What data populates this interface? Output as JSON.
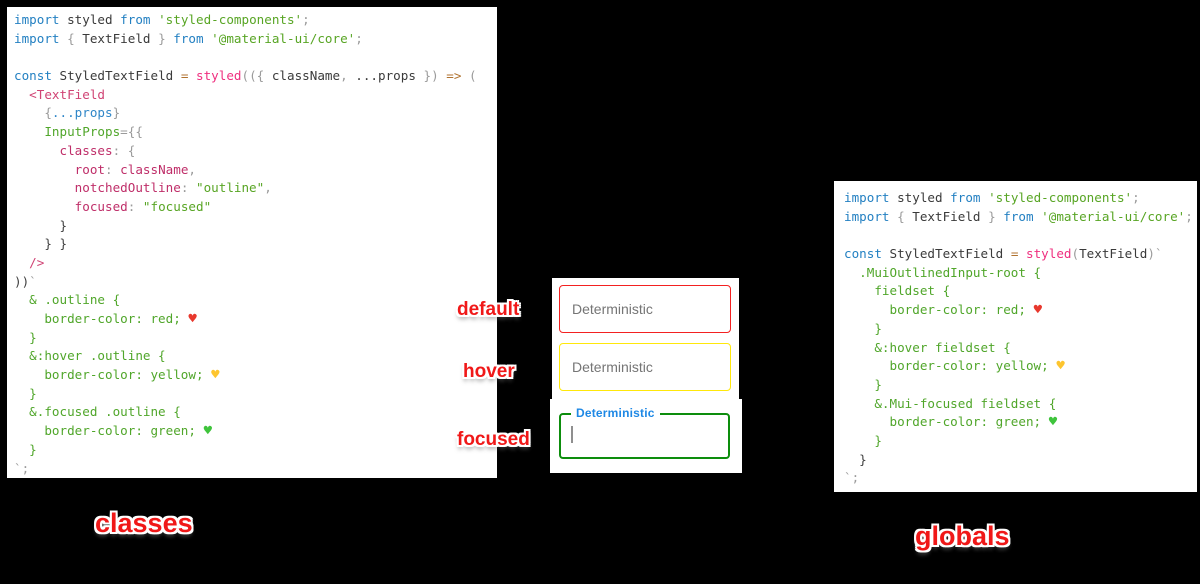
{
  "captions": {
    "left": "classes",
    "right": "globals"
  },
  "state_labels": {
    "default": "default",
    "hover": "hover",
    "focused": "focused"
  },
  "demo": {
    "default_placeholder": "Deterministic",
    "hover_placeholder": "Deterministic",
    "focused_label": "Deterministic",
    "border_colors": {
      "default": "#f32121",
      "hover": "#ffe80a",
      "focused": "#0d8d0d"
    },
    "focused_label_color": "#1e88e5",
    "caret_icon": "text-caret"
  },
  "syntax_colors": {
    "keyword": "#2380c2",
    "string": "#58a524",
    "css": "#50a62a",
    "function": "#ef2f7f",
    "jsx_tag": "#d04374",
    "property": "#bf2e69",
    "operator": "#b0722f",
    "punctuation": "#9b9b9b",
    "identifier": "#3a3a3a",
    "heart_red": "#e8382d",
    "heart_yellow": "#fdc52f",
    "heart_green": "#3fc43c"
  },
  "code_left": {
    "lines": [
      [
        {
          "c": "kw",
          "t": "import"
        },
        {
          "c": "id",
          "t": " styled"
        },
        {
          "c": "kw",
          "t": " from"
        },
        {
          "c": "str",
          "t": " 'styled-components'"
        },
        {
          "c": "pn",
          "t": ";"
        }
      ],
      [
        {
          "c": "kw",
          "t": "import"
        },
        {
          "c": "pn",
          "t": " { "
        },
        {
          "c": "id",
          "t": "TextField"
        },
        {
          "c": "pn",
          "t": " } "
        },
        {
          "c": "kw",
          "t": "from"
        },
        {
          "c": "str",
          "t": " '@material-ui/core'"
        },
        {
          "c": "pn",
          "t": ";"
        }
      ],
      [],
      [
        {
          "c": "kw",
          "t": "const"
        },
        {
          "c": "id",
          "t": " StyledTextField"
        },
        {
          "c": "op",
          "t": " ="
        },
        {
          "c": "fn",
          "t": " styled"
        },
        {
          "c": "pn",
          "t": "(({ "
        },
        {
          "c": "id",
          "t": "className"
        },
        {
          "c": "pn",
          "t": ", "
        },
        {
          "c": "id",
          "t": "...props"
        },
        {
          "c": "pn",
          "t": " })"
        },
        {
          "c": "op",
          "t": " =>"
        },
        {
          "c": "pn",
          "t": " ("
        }
      ],
      [
        {
          "c": "tag",
          "t": "  <TextField"
        }
      ],
      [
        {
          "c": "pn",
          "t": "    {"
        },
        {
          "c": "spr",
          "t": "...props"
        },
        {
          "c": "pn",
          "t": "}"
        }
      ],
      [
        {
          "c": "css",
          "t": "    InputProps"
        },
        {
          "c": "pn",
          "t": "={{"
        }
      ],
      [
        {
          "c": "prop",
          "t": "      classes"
        },
        {
          "c": "pn",
          "t": ": {"
        }
      ],
      [
        {
          "c": "prop",
          "t": "        root"
        },
        {
          "c": "pn",
          "t": ": "
        },
        {
          "c": "prop",
          "t": "className"
        },
        {
          "c": "pn",
          "t": ","
        }
      ],
      [
        {
          "c": "prop",
          "t": "        notchedOutline"
        },
        {
          "c": "pn",
          "t": ": "
        },
        {
          "c": "str",
          "t": "\"outline\""
        },
        {
          "c": "pn",
          "t": ","
        }
      ],
      [
        {
          "c": "prop",
          "t": "        focused"
        },
        {
          "c": "pn",
          "t": ": "
        },
        {
          "c": "str",
          "t": "\"focused\""
        }
      ],
      [
        {
          "c": "drk",
          "t": "      }"
        }
      ],
      [
        {
          "c": "drk",
          "t": "    } }"
        }
      ],
      [
        {
          "c": "tag",
          "t": "  />"
        }
      ],
      [
        {
          "c": "drk",
          "t": "))"
        },
        {
          "c": "pn",
          "t": "`"
        }
      ],
      [
        {
          "c": "css",
          "t": "  & .outline {"
        }
      ],
      [
        {
          "c": "css",
          "t": "    border-color: red; "
        },
        {
          "c": "hr",
          "t": "♥"
        }
      ],
      [
        {
          "c": "css",
          "t": "  }"
        }
      ],
      [
        {
          "c": "css",
          "t": "  &:hover .outline {"
        }
      ],
      [
        {
          "c": "css",
          "t": "    border-color: yellow; "
        },
        {
          "c": "hy",
          "t": "♥"
        }
      ],
      [
        {
          "c": "css",
          "t": "  }"
        }
      ],
      [
        {
          "c": "css",
          "t": "  &.focused .outline {"
        }
      ],
      [
        {
          "c": "css",
          "t": "    border-color: green; "
        },
        {
          "c": "hg",
          "t": "♥"
        }
      ],
      [
        {
          "c": "css",
          "t": "  }"
        }
      ],
      [
        {
          "c": "pn",
          "t": "`;"
        }
      ]
    ]
  },
  "code_right": {
    "lines": [
      [
        {
          "c": "kw",
          "t": "import"
        },
        {
          "c": "id",
          "t": " styled"
        },
        {
          "c": "kw",
          "t": " from"
        },
        {
          "c": "str",
          "t": " 'styled-components'"
        },
        {
          "c": "pn",
          "t": ";"
        }
      ],
      [
        {
          "c": "kw",
          "t": "import"
        },
        {
          "c": "pn",
          "t": " { "
        },
        {
          "c": "id",
          "t": "TextField"
        },
        {
          "c": "pn",
          "t": " } "
        },
        {
          "c": "kw",
          "t": "from"
        },
        {
          "c": "str",
          "t": " '@material-ui/core'"
        },
        {
          "c": "pn",
          "t": ";"
        }
      ],
      [],
      [
        {
          "c": "kw",
          "t": "const"
        },
        {
          "c": "id",
          "t": " StyledTextField"
        },
        {
          "c": "op",
          "t": " ="
        },
        {
          "c": "fn",
          "t": " styled"
        },
        {
          "c": "pn",
          "t": "("
        },
        {
          "c": "id",
          "t": "TextField"
        },
        {
          "c": "pn",
          "t": ")"
        },
        {
          "c": "pn",
          "t": "`"
        }
      ],
      [
        {
          "c": "css",
          "t": "  .MuiOutlinedInput-root {"
        }
      ],
      [
        {
          "c": "css",
          "t": "    fieldset {"
        }
      ],
      [
        {
          "c": "css",
          "t": "      border-color: red; "
        },
        {
          "c": "hr",
          "t": "♥"
        }
      ],
      [
        {
          "c": "css",
          "t": "    }"
        }
      ],
      [
        {
          "c": "css",
          "t": "    &:hover fieldset {"
        }
      ],
      [
        {
          "c": "css",
          "t": "      border-color: yellow; "
        },
        {
          "c": "hy",
          "t": "♥"
        }
      ],
      [
        {
          "c": "css",
          "t": "    }"
        }
      ],
      [
        {
          "c": "css",
          "t": "    &.Mui-focused fieldset {"
        }
      ],
      [
        {
          "c": "css",
          "t": "      border-color: green; "
        },
        {
          "c": "hg",
          "t": "♥"
        }
      ],
      [
        {
          "c": "css",
          "t": "    }"
        }
      ],
      [
        {
          "c": "drk",
          "t": "  }"
        }
      ],
      [
        {
          "c": "pn",
          "t": "`;"
        }
      ]
    ]
  }
}
